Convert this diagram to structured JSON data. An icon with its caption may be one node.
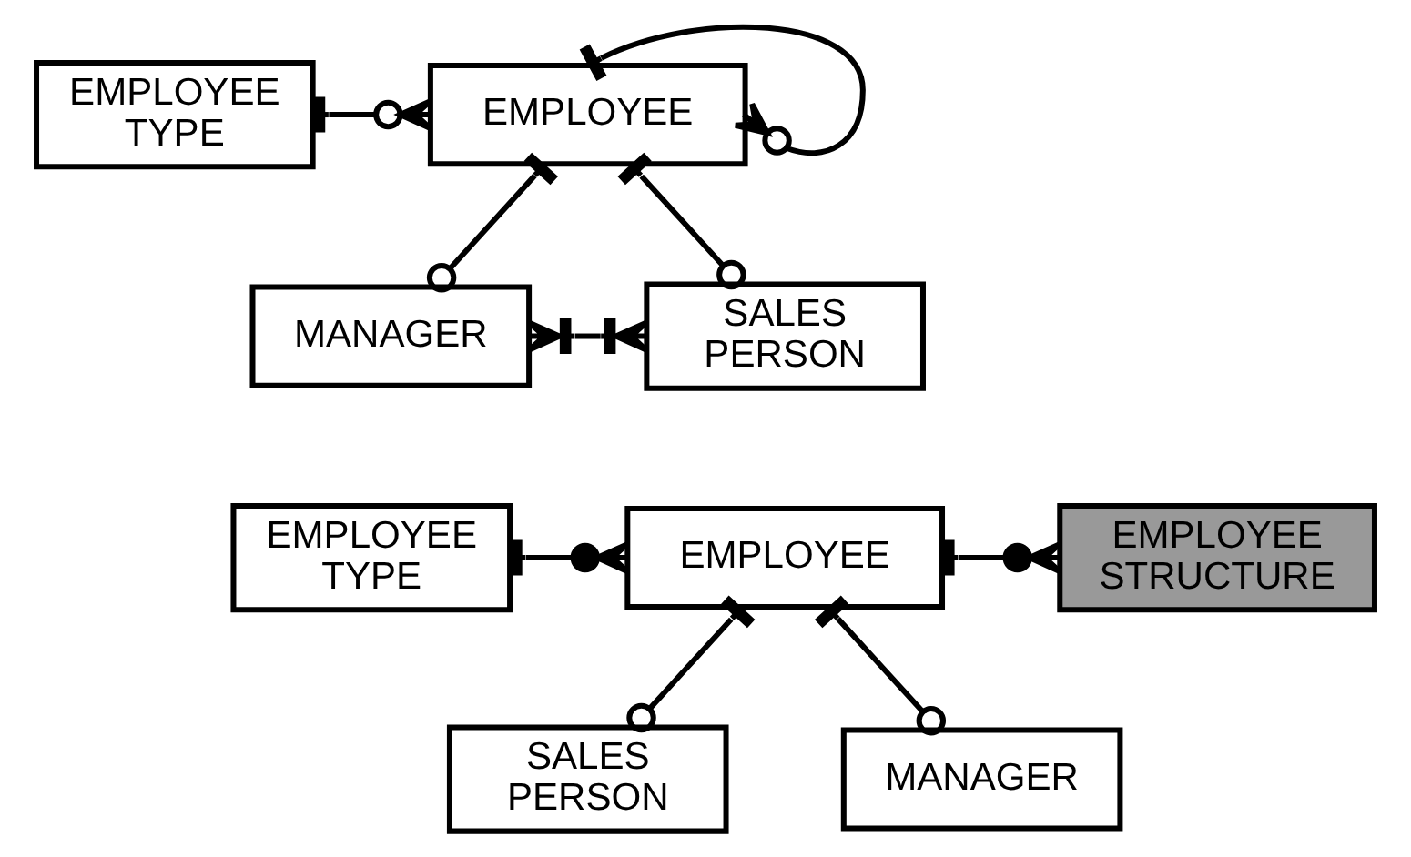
{
  "diagram": {
    "nodes": [
      {
        "text": [
          "EMPLOYEE TYPE"
        ]
      },
      {
        "text": [
          "EMPLOYEE"
        ]
      },
      {
        "text": [
          "SALES PERSON"
        ]
      },
      {
        "text": [
          "MANAGER"
        ]
      },
      {
        "text": [
          "EMPLOYEE TYPE"
        ]
      },
      {
        "text": [
          "EMPLOYEE"
        ]
      },
      {
        "text": [
          "EMPLOYEE STRUCTURE"
        ]
      },
      {
        "text": [
          "SALES PERSON"
        ]
      },
      {
        "text": [
          "MANAGER"
        ]
      }
    ],
    "edges": [
      {
        "from": 0,
        "to": 1,
        "arrow": "other"
      },
      {
        "from": 1,
        "to": 1,
        "arrow": "other"
      },
      {
        "from": 1,
        "to": 2,
        "arrow": "other"
      },
      {
        "from": 1,
        "to": 3,
        "arrow": "other"
      },
      {
        "from": 3,
        "to": 2,
        "arrow": "other"
      },
      {
        "from": 4,
        "to": 5,
        "arrow": "other"
      },
      {
        "from": 5,
        "to": 6,
        "arrow": "other"
      },
      {
        "from": 5,
        "to": 7,
        "arrow": "other"
      },
      {
        "from": 5,
        "to": 8,
        "arrow": "other"
      }
    ]
  }
}
